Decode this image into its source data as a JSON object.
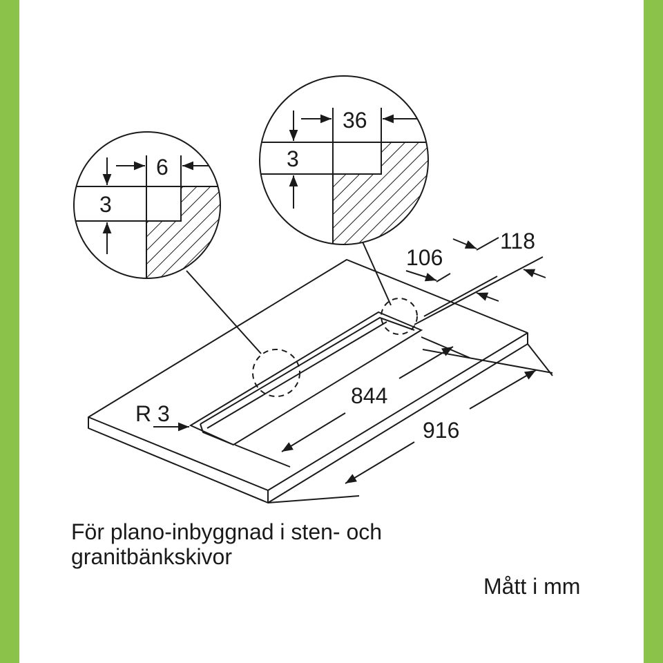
{
  "colors": {
    "side_bars": "#8bc34a",
    "line": "#1a1a1a",
    "background": "#ffffff"
  },
  "dimensions": {
    "detail_left_width": "6",
    "detail_left_depth": "3",
    "detail_right_width": "36",
    "detail_right_depth": "3",
    "inner_offset": "106",
    "outer_offset": "118",
    "inner_length": "844",
    "outer_length": "916",
    "corner_radius": "R 3"
  },
  "caption": {
    "line1": "För plano-inbyggnad i sten- och",
    "line2": "granitbänkskivor"
  },
  "units_note": "Mått i mm"
}
